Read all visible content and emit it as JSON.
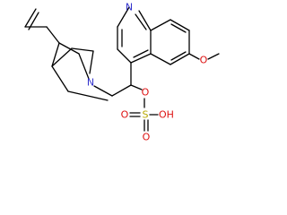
{
  "colors": {
    "bond": "#000000",
    "nitrogen": "#3333cc",
    "oxygen": "#dd1111",
    "sulfur": "#b8a800",
    "background": "#ffffff"
  },
  "atoms": {
    "quinoline_n": "N",
    "quinuclidine_n": "N",
    "methoxy_o": "O",
    "ether_o": "O",
    "sulfur": "S",
    "sulfonyl_o_top": "O",
    "sulfonyl_o_bottom": "O",
    "hydroxyl": "OH"
  }
}
